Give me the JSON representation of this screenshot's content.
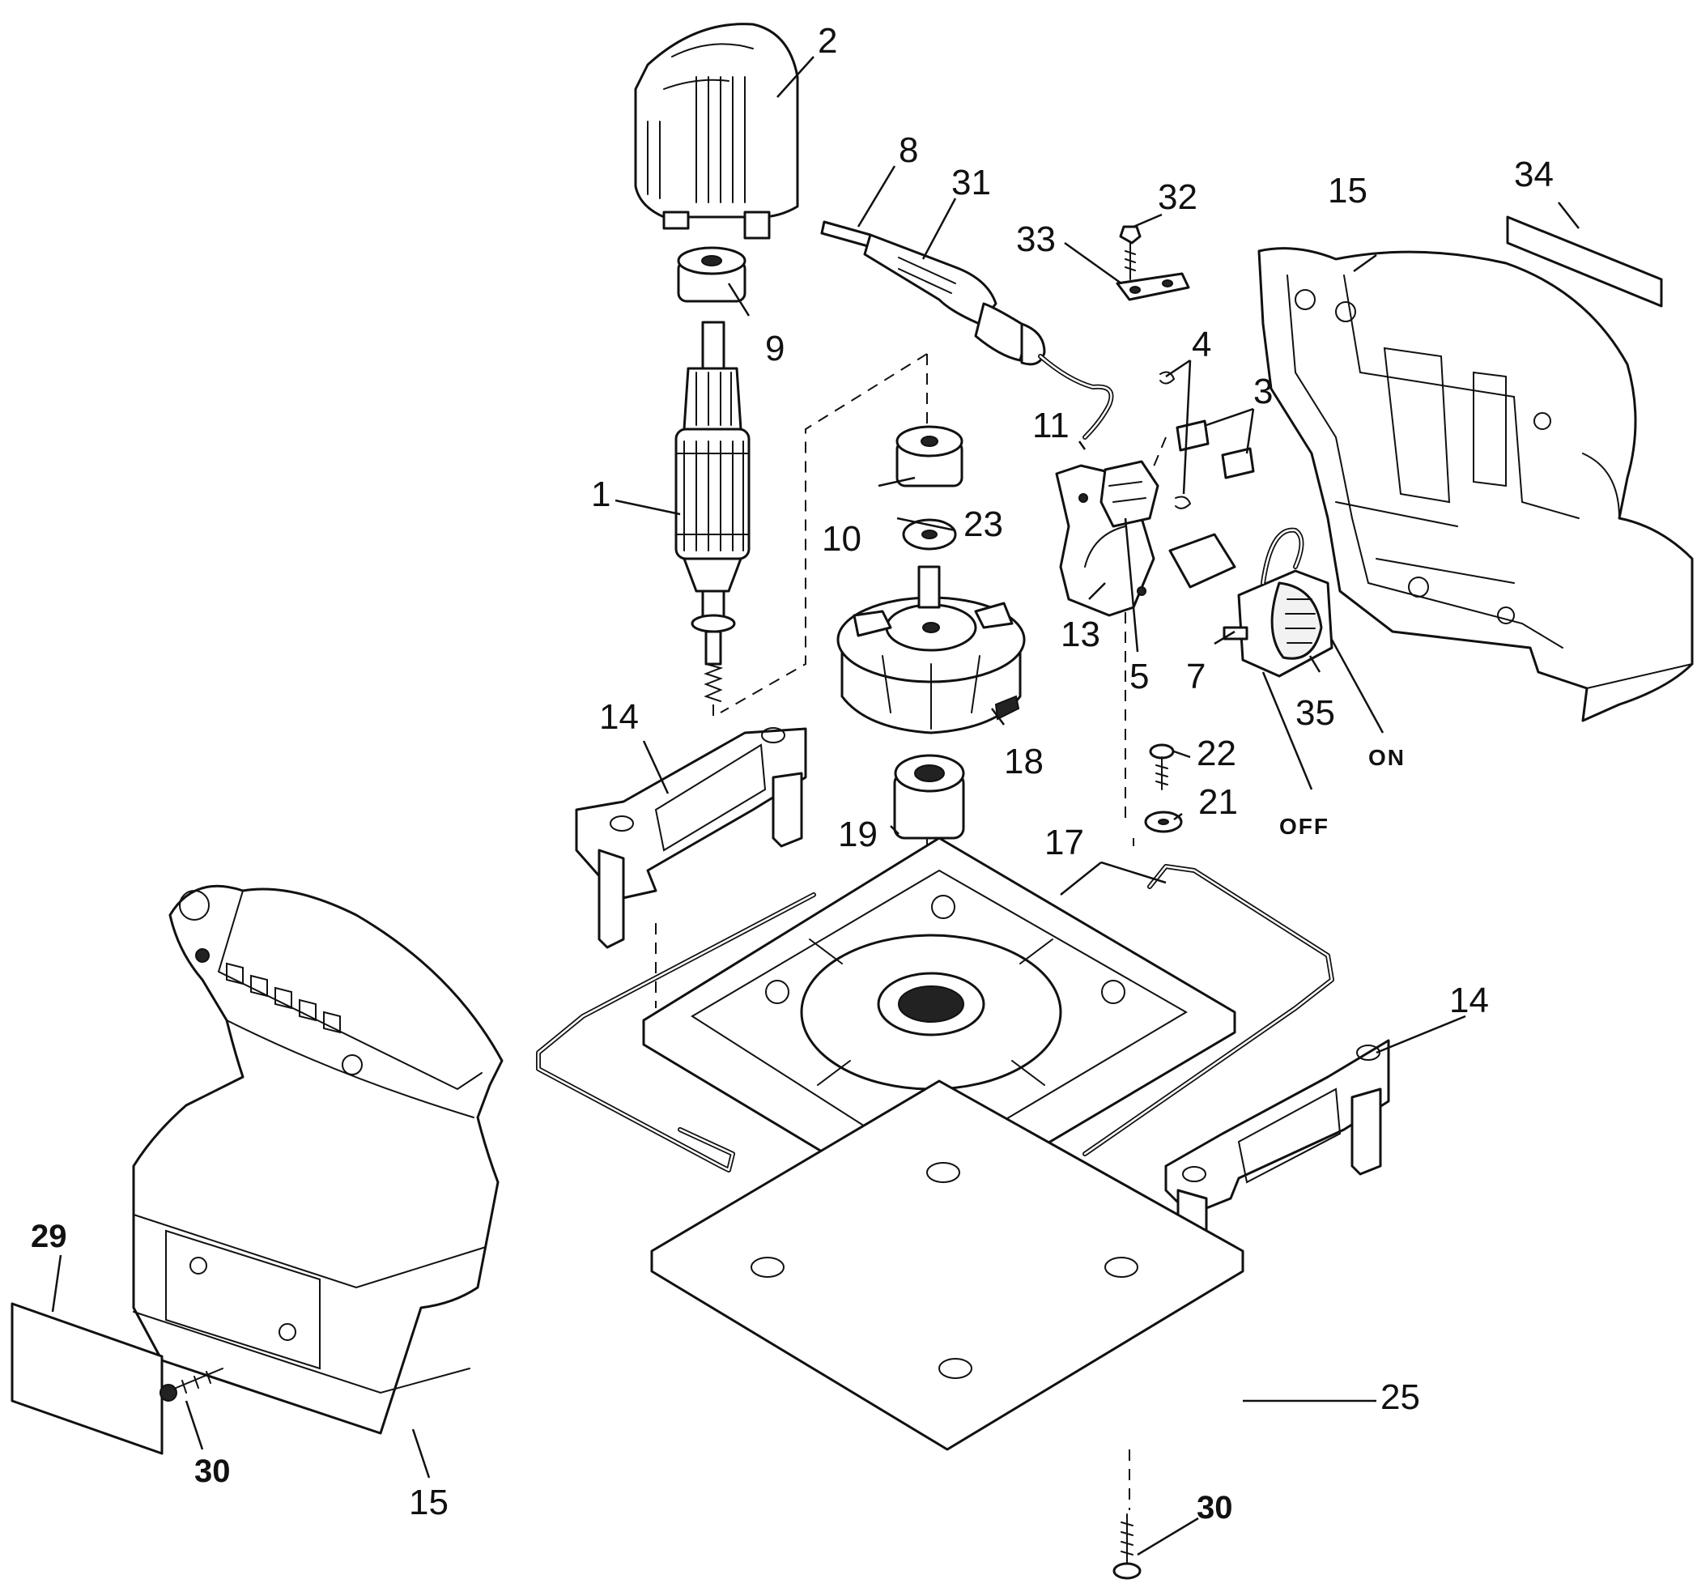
{
  "callouts": {
    "c1": "1",
    "c2": "2",
    "c3": "3",
    "c4": "4",
    "c5": "5",
    "c7": "7",
    "c8": "8",
    "c9": "9",
    "c10": "10",
    "c11": "11",
    "c13": "13",
    "c14a": "14",
    "c14b": "14",
    "c15a": "15",
    "c15b": "15",
    "c17": "17",
    "c18": "18",
    "c19": "19",
    "c21": "21",
    "c22": "22",
    "c23": "23",
    "c25": "25",
    "c29": "29",
    "c30a": "30",
    "c30b": "30",
    "c31": "31",
    "c32": "32",
    "c33": "33",
    "c34": "34",
    "c35": "35"
  },
  "switch_labels": {
    "on": "ON",
    "off": "OFF"
  }
}
